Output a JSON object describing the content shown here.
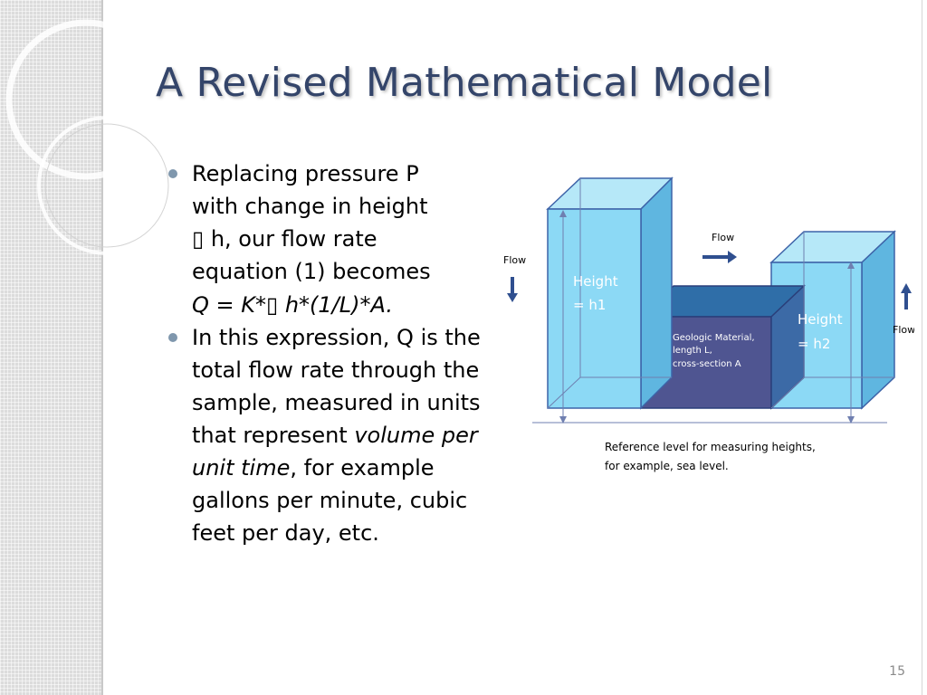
{
  "slide": {
    "title": "A Revised Mathematical Model",
    "page_number": "15"
  },
  "bullets": [
    {
      "lines": [
        "Replacing pressure P",
        "with change in height",
        "▯ h, our flow rate",
        "equation (1) becomes"
      ],
      "formula": "Q = K*▯ h*(1/L)*A."
    },
    {
      "text_start": "In this expression, Q is the total flow rate through the sample, measured in units that represent ",
      "text_italic": "volume per unit time",
      "text_end": ", for example gallons per minute, cubic feet per day, etc."
    }
  ],
  "diagram": {
    "left_column_label_1": "Height",
    "left_column_label_2": "= h1",
    "right_column_label_1": "Height",
    "right_column_label_2": "= h2",
    "middle_label_1": "Geologic Material,",
    "middle_label_2": "length L,",
    "middle_label_3": "cross-section A",
    "flow_left": "Flow",
    "flow_top": "Flow",
    "flow_right": "Flow",
    "reference_line_1": "Reference level for measuring heights,",
    "reference_line_2": "for example, sea level."
  },
  "colors": {
    "title": "#34456a",
    "water_front": "#8cd9f5",
    "water_side": "#5fb6e0",
    "material_front": "#4f5591",
    "material_top": "#2f6ea8",
    "bullet_dot": "#7f97ad",
    "arrow": "#2f4f8f"
  },
  "icons": [
    "bullet-dot",
    "flow-down-arrow",
    "flow-right-arrow",
    "flow-up-arrow"
  ]
}
